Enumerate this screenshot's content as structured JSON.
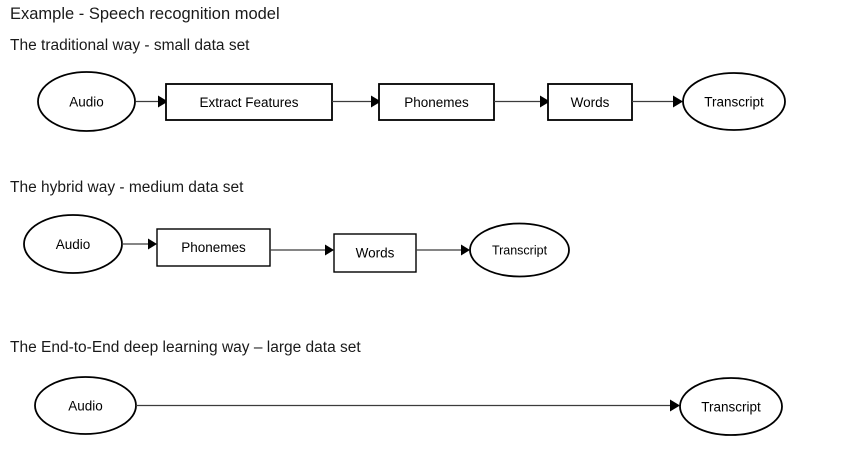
{
  "slide": {
    "title": "Example -  Speech recognition model",
    "background_color": "#ffffff",
    "text_color": "#1a1a1a",
    "shape_stroke_color": "#000000",
    "arrow_color": "#3c3c3c"
  },
  "sections": [
    {
      "heading": "The traditional way - small data set",
      "nodes": [
        {
          "label": "Audio",
          "shape": "ellipse"
        },
        {
          "label": "Extract Features",
          "shape": "rect"
        },
        {
          "label": "Phonemes",
          "shape": "rect"
        },
        {
          "label": "Words",
          "shape": "rect"
        },
        {
          "label": "Transcript",
          "shape": "ellipse"
        }
      ]
    },
    {
      "heading": "The hybrid way - medium data set",
      "nodes": [
        {
          "label": "Audio",
          "shape": "ellipse"
        },
        {
          "label": "Phonemes",
          "shape": "rect"
        },
        {
          "label": "Words",
          "shape": "rect"
        },
        {
          "label": "Transcript",
          "shape": "ellipse"
        }
      ]
    },
    {
      "heading": "The End-to-End deep learning way – large data set",
      "nodes": [
        {
          "label": "Audio",
          "shape": "ellipse"
        },
        {
          "label": "Transcript",
          "shape": "ellipse"
        }
      ]
    }
  ]
}
